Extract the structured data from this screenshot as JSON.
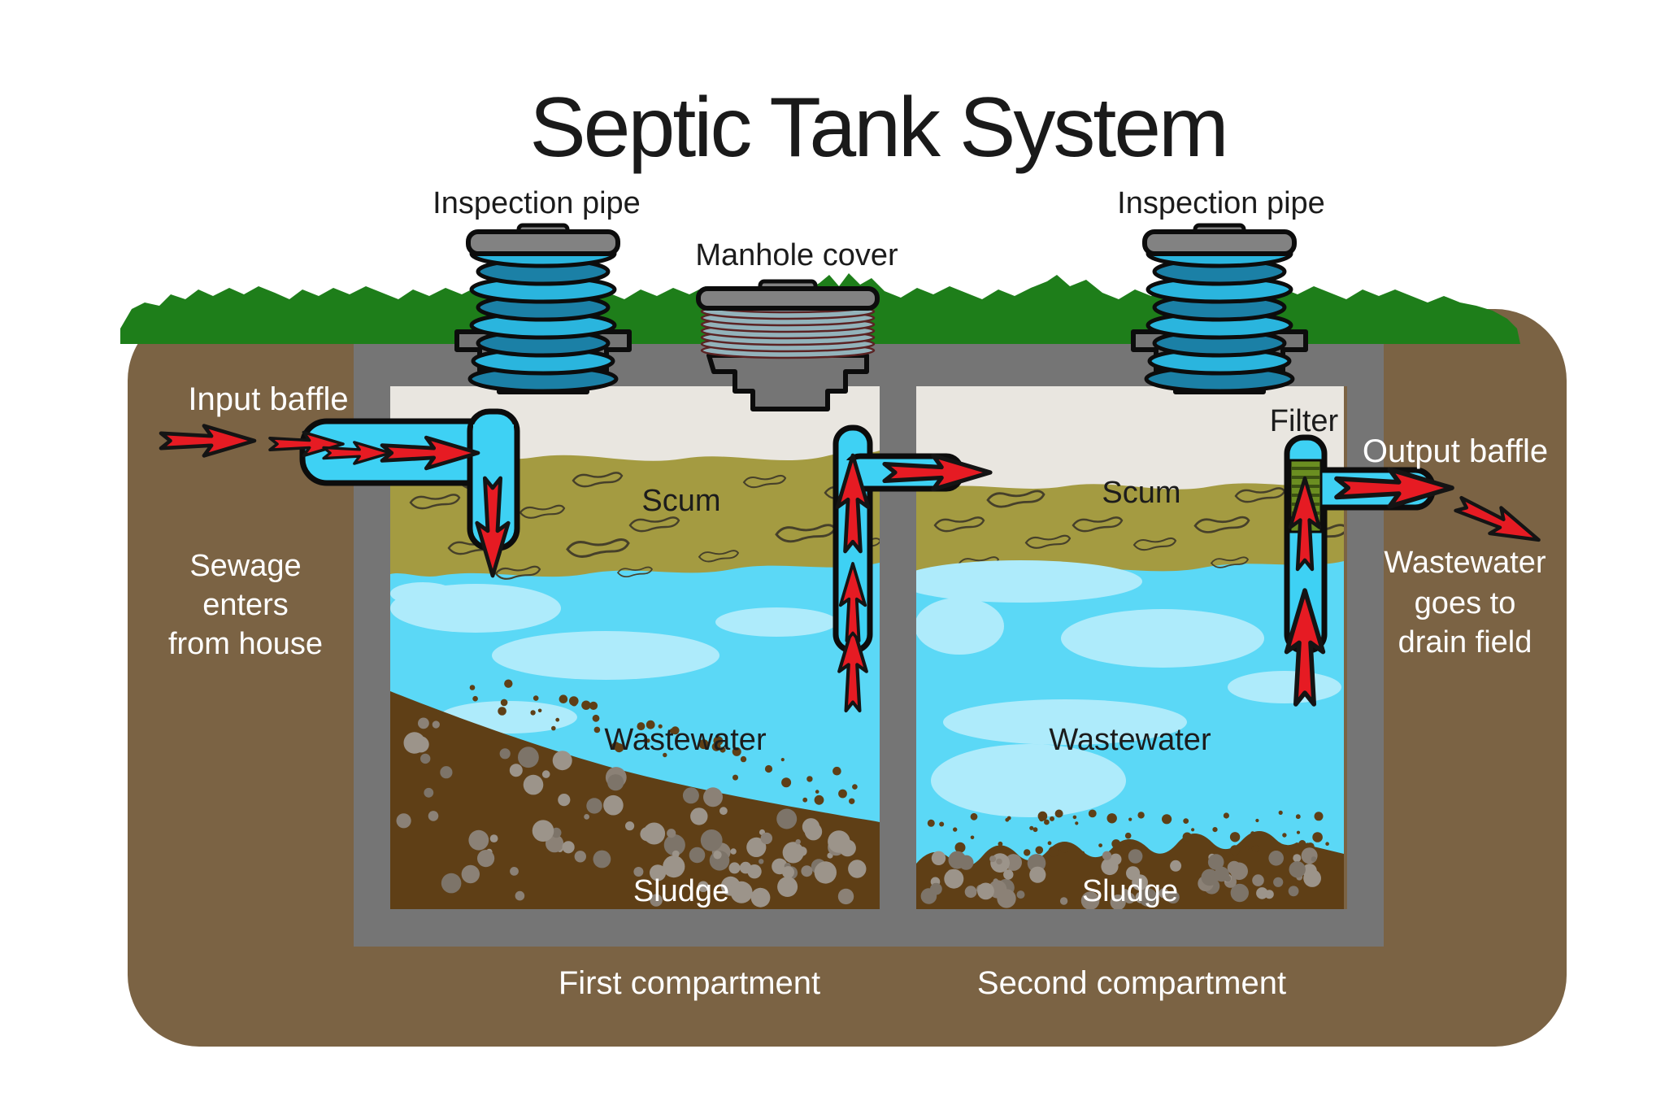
{
  "title": "Septic Tank System",
  "labels": {
    "inspection_pipe_left": "Inspection pipe",
    "inspection_pipe_right": "Inspection pipe",
    "manhole_cover": "Manhole cover",
    "input_baffle": "Input baffle",
    "filter": "Filter",
    "output_baffle": "Output baffle",
    "scum_first": "Scum",
    "scum_second": "Scum",
    "wastewater_first": "Wastewater",
    "wastewater_second": "Wastewater",
    "sludge_first": "Sludge",
    "sludge_second": "Sludge",
    "first_compartment": "First compartment",
    "second_compartment": "Second compartment"
  },
  "annotations": {
    "sewage_lines": [
      "Sewage",
      "enters",
      "from house"
    ],
    "drainfield_lines": [
      "Wastewater",
      "goes to",
      "drain field"
    ]
  },
  "colors": {
    "soil": "#7b6344",
    "grass": "#1e7e1a",
    "tank_gray": "#757575",
    "headspace": "#e9e6e0",
    "scum": "#a49b41",
    "scum_line": "#46402a",
    "water": "#5bd8f6",
    "water_light": "#aeebfb",
    "sludge": "#5f3f16",
    "pebble_light": "#9c948a",
    "pebble_mid": "#8b8176",
    "pebble_dark": "#7d7469",
    "pipe_blue": "#3ed1f4",
    "arrow_red": "#e61b23",
    "inspection_light": "#2ab5de",
    "inspection_dark": "#1b80a6",
    "manhole_ring": "#93b3bb",
    "manhole_ring_line": "#5b2323",
    "cover_gray": "#828282",
    "filter_green": "#6b8e21",
    "filter_stripe": "#3c5212",
    "text_dark": "#1c1c1c",
    "text_light": "#ffffff"
  }
}
